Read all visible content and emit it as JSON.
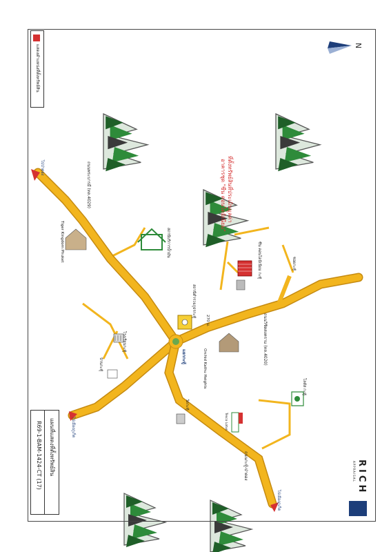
{
  "legend": {
    "label": "แสดงตำแหน่งที่ตั้งทรัพย์สิน",
    "swatch_color": "#d53131"
  },
  "map_title": "แผนที่แสดงที่ตั้งทรัพย์สิน",
  "report_code": "R69-1-BAM-1424-CT (17)",
  "company": {
    "name": "RICH",
    "sub": "APPRAISAL"
  },
  "north": "N",
  "property": {
    "title1": "ที่ตั้งทรัพย์สินที่ประเมินมูลค่า",
    "title2": "อาคารชุด \"ซีน คอนโดมิเนียม\""
  },
  "labels": {
    "road_4029": "ถนนพระบารมี (ทล.4029)",
    "road_4020": "ถนนวิชิตสงคราม (ทล.4020)",
    "road_kathu": "ถนนกะทู้-ป่าตอง",
    "tiger_kingdom": "Tiger Kingdom Phuket",
    "petrol": "สถานีบริการน้ำมัน",
    "police": "สถานีตำรวจภูธรกะทู้",
    "distance": "270 ม.",
    "orchid": "Orchid Kathu Heights",
    "condo_near": "ซีน คอนโดมิเนียม กะทู้",
    "school": "โรงเรียนกะทู้",
    "kathu_house": "บ้านกะทู้",
    "temple": "วัดกะทู้",
    "tesco": "Tesco Lotus",
    "lotus_label": "โลตัส กะทู้",
    "junction": "แยกกะทู้",
    "to_patong": "ไปป่าตอง",
    "to_phuket_left": "ไปเมืองภูเก็ต",
    "to_phuket_right": "ไปเมืองภูเก็ต",
    "wat_kathu": "วัดกะทู้ ป่าตอง",
    "soi": "ซอยกะทู้",
    "kathu_place": "กะทู้"
  },
  "colors": {
    "road": "#f2b51e",
    "road_edge": "#c58a10",
    "property": "#d53131",
    "tree": "#2e8b3a"
  },
  "icons": [
    "north-arrow-icon",
    "tree-icon",
    "property-marker-icon",
    "temple-icon",
    "police-icon",
    "building-icon",
    "school-icon",
    "store-icon",
    "fuel-icon",
    "house-icon",
    "arrow-icon"
  ]
}
